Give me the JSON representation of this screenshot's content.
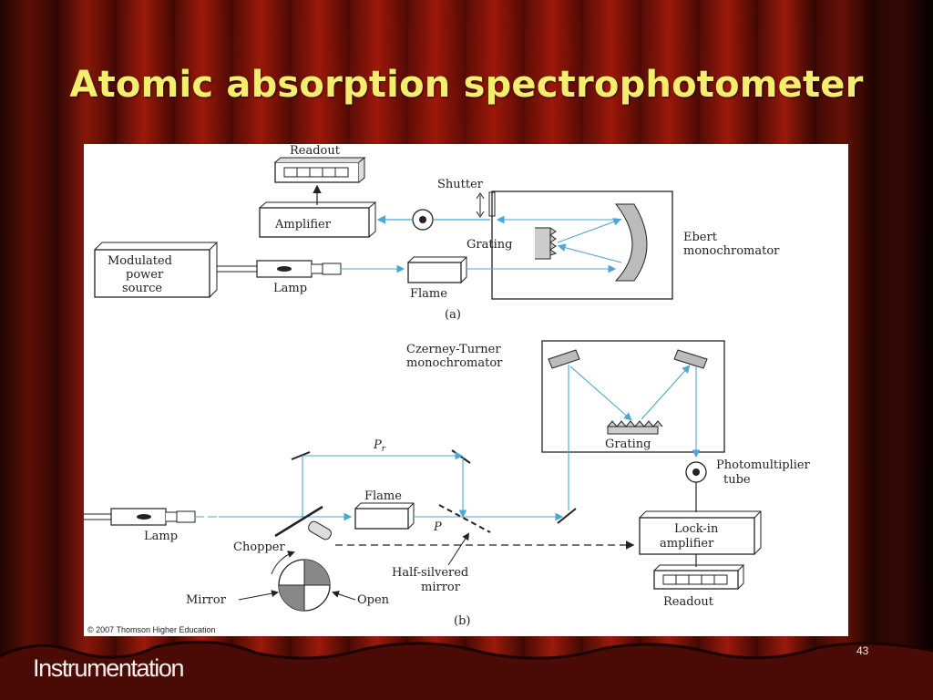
{
  "slide": {
    "title": "Atomic absorption spectrophotometer",
    "footer": "Instrumentation",
    "page_number": "43"
  },
  "diagram": {
    "a": {
      "readout": "Readout",
      "amplifier": "Amplifier",
      "shutter": "Shutter",
      "grating": "Grating",
      "modulated_power_source": [
        "Modulated",
        "power",
        "source"
      ],
      "lamp": "Lamp",
      "flame": "Flame",
      "ebert_monochromator": [
        "Ebert",
        "monochromator"
      ],
      "caption": "(a)"
    },
    "b": {
      "czerney_turner_monochromator": [
        "Czerney-Turner",
        "monochromator"
      ],
      "grating": "Grating",
      "photomultiplier_tube": [
        "Photomultiplier",
        "tube"
      ],
      "pr": "P",
      "pr_sub": "r",
      "p": "P",
      "flame": "Flame",
      "lamp": "Lamp",
      "chopper": "Chopper",
      "half_silvered_mirror": [
        "Half-silvered",
        "mirror"
      ],
      "lock_in_amplifier": [
        "Lock-in",
        "amplifier"
      ],
      "readout": "Readout",
      "mirror": "Mirror",
      "open": "Open",
      "caption": "(b)"
    },
    "copyright": "© 2007 Thomson Higher Education"
  },
  "colors": {
    "title": "#f4ee6e",
    "beam": "#4aa8d8",
    "curtain": "#8a1608"
  }
}
